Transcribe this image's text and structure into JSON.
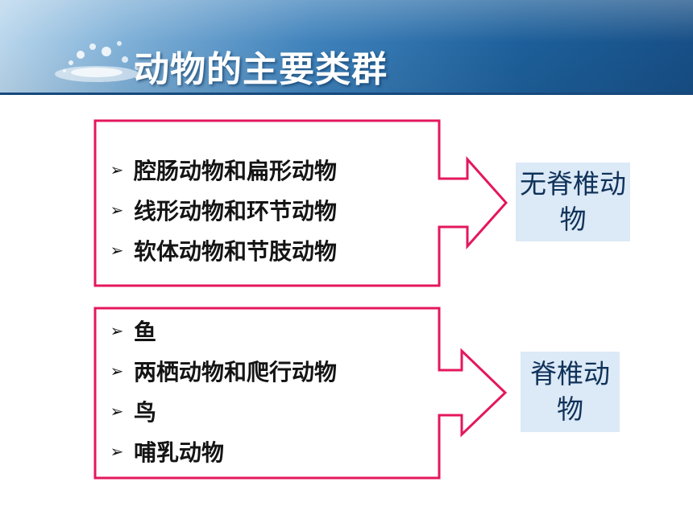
{
  "slide": {
    "title": "动物的主要类群",
    "groups": [
      {
        "items": [
          "腔肠动物和扁形动物",
          "线形动物和环节动物",
          "软体动物和节肢动物"
        ],
        "label": "无脊椎动物"
      },
      {
        "items": [
          "鱼",
          "两栖动物和爬行动物",
          "鸟",
          "哺乳动物"
        ],
        "label": "脊椎动物"
      }
    ],
    "bullet_icon": "arrowhead-bullet-icon",
    "colors": {
      "arrow_stroke": "#e4175e",
      "label_background": "#dce9f6",
      "header_blue": "#1d5f9a"
    }
  }
}
